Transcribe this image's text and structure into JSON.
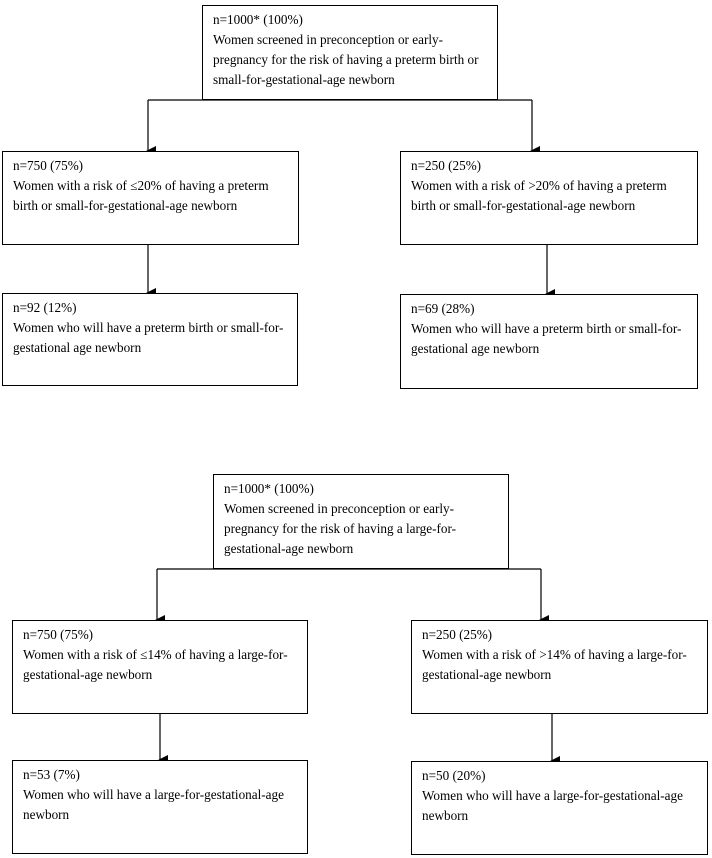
{
  "diagram_top": {
    "root": {
      "count": "n=1000* (100%)",
      "text": "Women screened in preconception or early-pregnancy for the risk of having a preterm birth or small-for-gestational-age newborn"
    },
    "left_group": {
      "count": "n=750 (75%)",
      "text": "Women with a risk of ≤20% of having a preterm birth or small-for-gestational-age newborn"
    },
    "right_group": {
      "count": "n=250 (25%)",
      "text": "Women with a risk of >20% of having a preterm birth or small-for-gestational-age newborn"
    },
    "left_outcome": {
      "count": "n=92 (12%)",
      "text": "Women who will have a preterm birth or small-for-gestational age newborn"
    },
    "right_outcome": {
      "count": "n=69 (28%)",
      "text": "Women who will have a preterm birth or small-for-gestational age newborn"
    }
  },
  "diagram_bottom": {
    "root": {
      "count": "n=1000* (100%)",
      "text": "Women screened in preconception or early-pregnancy for the risk of having a large-for-gestational-age newborn"
    },
    "left_group": {
      "count": "n=750 (75%)",
      "text": "Women with a risk of ≤14% of having a large-for-gestational-age newborn"
    },
    "right_group": {
      "count": "n=250 (25%)",
      "text": "Women with a risk of >14% of having a large-for-gestational-age newborn"
    },
    "left_outcome": {
      "count": "n=53 (7%)",
      "text": "Women who will have a large-for-gestational-age newborn"
    },
    "right_outcome": {
      "count": "n=50 (20%)",
      "text": "Women who will have a large-for-gestational-age newborn"
    }
  },
  "colors": {
    "line": "#000000",
    "box_border": "#000000",
    "background": "#ffffff"
  }
}
